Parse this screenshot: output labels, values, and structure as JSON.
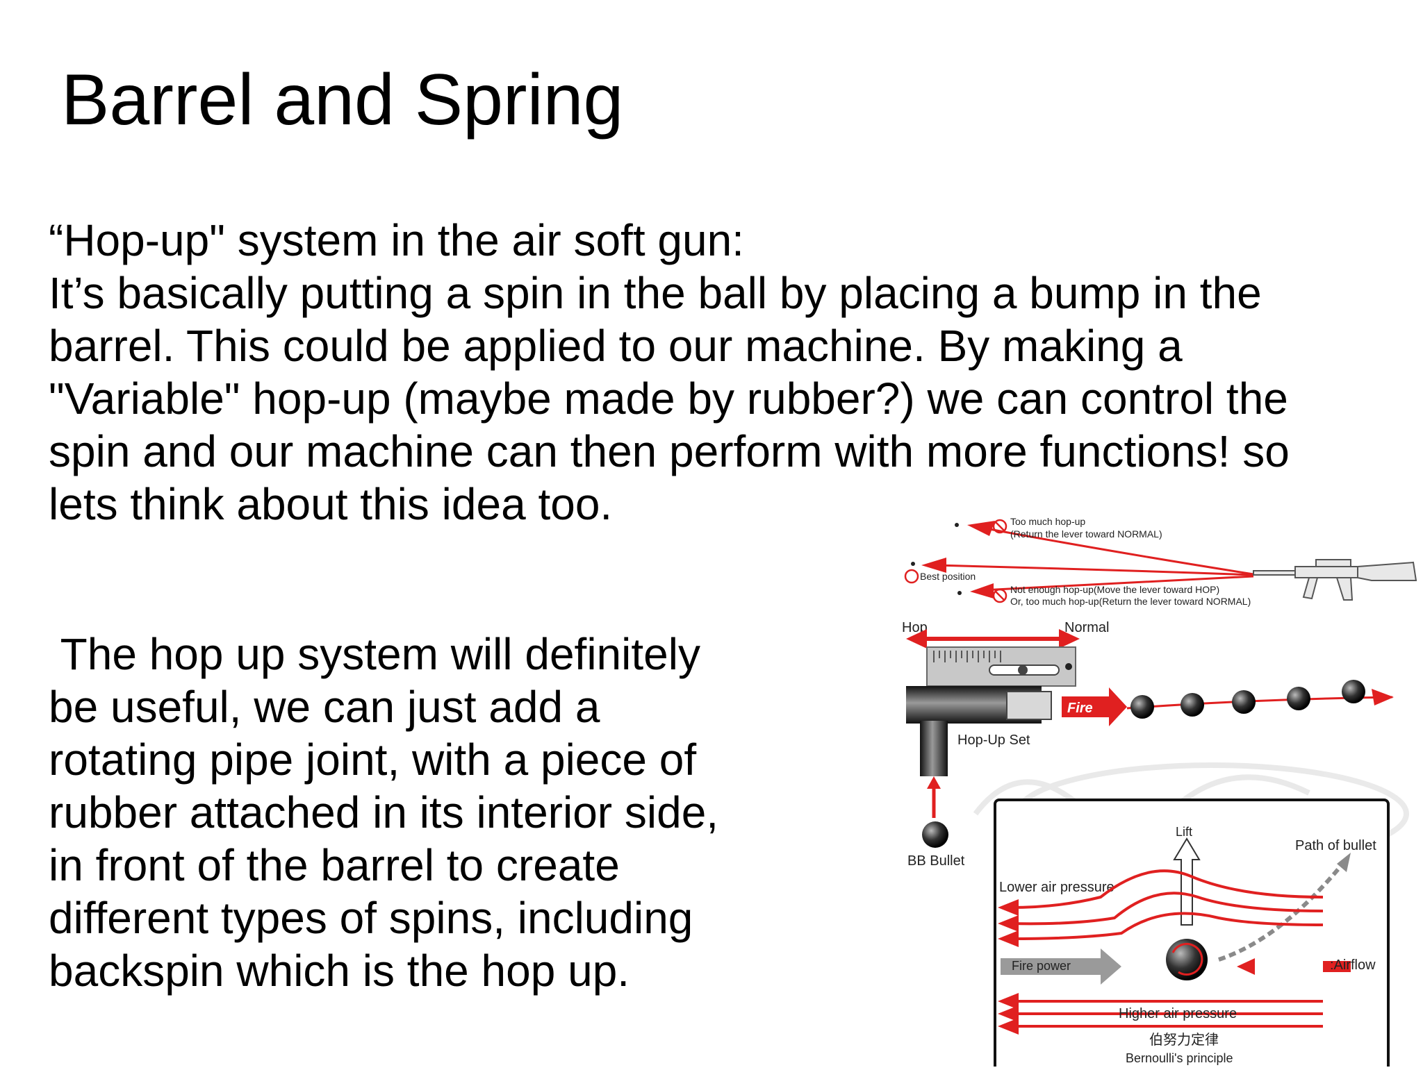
{
  "slide": {
    "title": "Barrel and Spring",
    "paragraph1": [
      "“Hop-up\" system in the air soft gun:",
      "It’s basically putting a spin in the ball by placing a bump in the",
      "barrel. This could be applied to our machine. By making a",
      "\"Variable\" hop-up (maybe made by rubber?) we can control the",
      "spin and our machine can then perform with more functions! so",
      "lets think about this idea too."
    ],
    "paragraph2": [
      " The hop up system will definitely",
      "be useful, we can just add a",
      "rotating pipe joint, with a piece of",
      "rubber attached in its interior side,",
      "in front of the barrel to create",
      "different types of spins, including",
      "backspin which is the hop up."
    ]
  },
  "diagram": {
    "too_much": "Too much hop-up",
    "too_much_note": "(Return the lever toward NORMAL)",
    "best_position": "Best position",
    "not_enough": "Not enough hop-up(Move the lever toward HOP)",
    "not_enough_note": "Or, too much hop-up(Return the lever toward NORMAL)",
    "hop": "Hop",
    "normal": "Normal",
    "fire": "Fire",
    "hop_up_set": "Hop-Up Set",
    "bb_bullet": "BB Bullet",
    "lift": "Lift",
    "path_of_bullet": "Path of bullet",
    "lower_air_pressure": "Lower air pressure",
    "fire_power": "Fire power",
    "airflow": ":Airflow",
    "higher_air_pressure": "Higher air pressure",
    "chinese_label": "伯努力定律",
    "bernoulli": "Bernoulli's principle",
    "colors": {
      "red": "#e02020",
      "dark": "#333333",
      "grey": "#8a8a8a"
    }
  }
}
